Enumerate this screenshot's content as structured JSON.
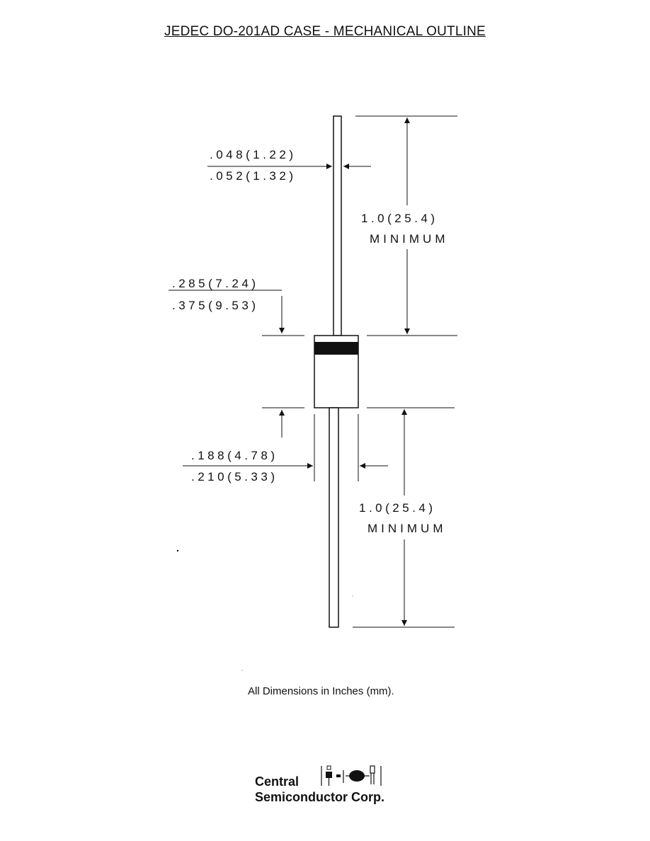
{
  "title": "JEDEC DO-201AD CASE  -  MECHANICAL OUTLINE",
  "dimensions": {
    "lead_dia_min": ".048(1.22)",
    "lead_dia_max": ".052(1.32)",
    "lead_len_top_value": "1.0(25.4)",
    "lead_len_top_qual": "MINIMUM",
    "body_len_min": ".285(7.24)",
    "body_len_max": ".375(9.53)",
    "body_dia_min": ".188(4.78)",
    "body_dia_max": ".210(5.33)",
    "lead_len_bottom_value": "1.0(25.4)",
    "lead_len_bottom_qual": "MINIMUM"
  },
  "note": "All Dimensions in Inches (mm).",
  "logo": {
    "line1": "Central",
    "line2": "Semiconductor Corp."
  }
}
